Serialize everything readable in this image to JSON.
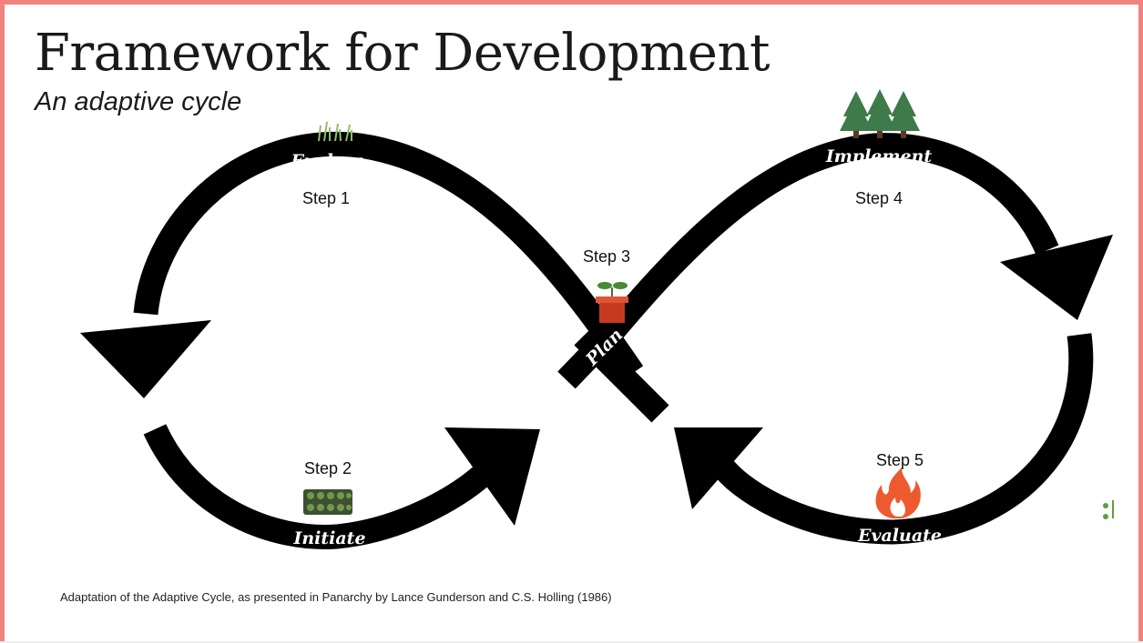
{
  "title": "Framework for Development",
  "subtitle": "An adaptive cycle",
  "caption": "Adaptation of the Adaptive Cycle, as presented in Panarchy by Lance Gunderson and C.S. Holling (1986)",
  "phases": {
    "explore": "Explore",
    "initiate": "Initiate",
    "plan": "Plan",
    "implement": "Implement",
    "evaluate": "Evaluate"
  },
  "steps": {
    "step1": "Step 1",
    "step2": "Step 2",
    "step3": "Step 3",
    "step4": "Step 4",
    "step5": "Step 5"
  },
  "icons": {
    "explore": "grass-icon",
    "initiate": "seedling-tray-icon",
    "plan": "potted-sprout-icon",
    "implement": "pine-trees-icon",
    "evaluate": "fire-icon"
  },
  "colors": {
    "arrow": "#000000",
    "frame": "#f08282",
    "tree": "#3f7a4a",
    "fire": "#ee5a2f",
    "pot": "#d9442b"
  }
}
